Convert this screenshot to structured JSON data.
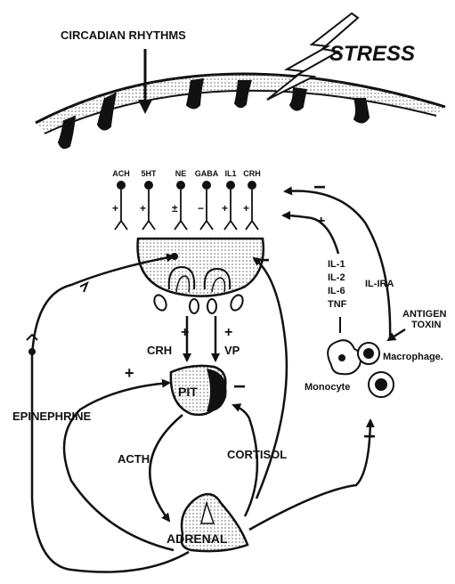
{
  "top": {
    "circadian_label": "CIRCADIAN RHYTHMS",
    "stress_label": "STRESS"
  },
  "neurons": [
    {
      "name": "ACH",
      "sign": "+"
    },
    {
      "name": "5HT",
      "sign": "+"
    },
    {
      "name": "NE",
      "sign": "±"
    },
    {
      "name": "GABA",
      "sign": "−"
    },
    {
      "name": "IL1",
      "sign": "+"
    },
    {
      "name": "CRH",
      "sign": "+"
    }
  ],
  "hypothalamus": {
    "crh_label": "CRH",
    "vp_label": "VP",
    "crh_sign": "+",
    "vp_sign": "+"
  },
  "pituitary": {
    "label": "PIT",
    "plus_sign": "+",
    "minus_sign": "−"
  },
  "adrenal": {
    "label": "ADRENAL"
  },
  "hormones": {
    "acth": "ACTH",
    "cortisol": "CORTISOL",
    "epinephrine": "EPINEPHRINE",
    "cortisol_to_hypo_sign": "−",
    "cortisol_to_immune_sign": "−"
  },
  "immune": {
    "cytokines": [
      "IL-1",
      "IL-2",
      "IL-6",
      "TNF"
    ],
    "ilra": "IL-IRA",
    "antigen": "ANTIGEN",
    "toxin": "TOXIN",
    "macrophage": "Macrophage.",
    "monocyte": "Monocyte",
    "minus_sign": "−",
    "plus_sign": "+"
  },
  "colors": {
    "ink": "#111111",
    "paper": "#ffffff",
    "stipple": "#555555"
  }
}
